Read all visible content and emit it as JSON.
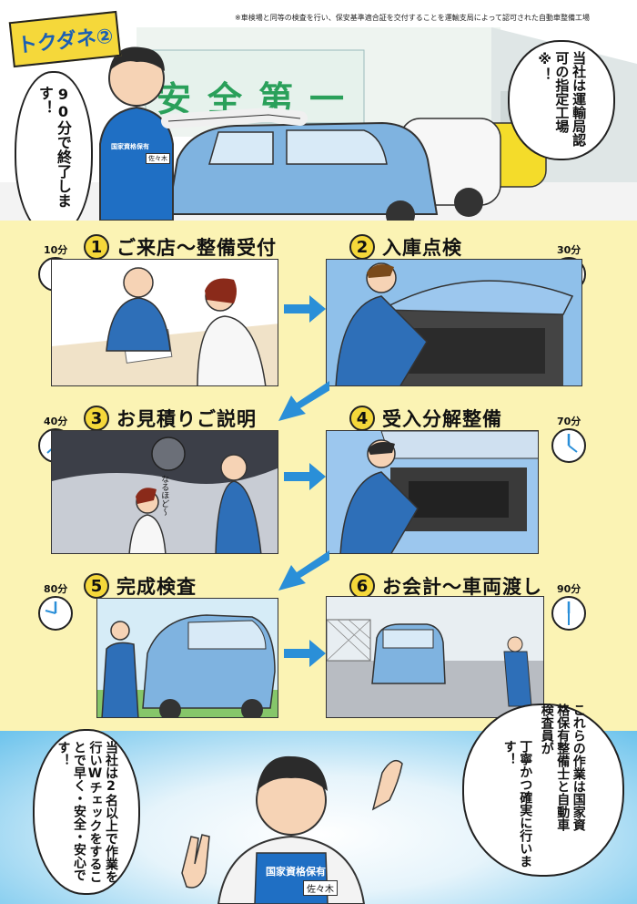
{
  "badge": "トクダネ②",
  "footnote": "※車検場と同等の検査を行い、保安基準適合証を交付することを運輸支局によって認可された自動車整備工場",
  "building_sign": "安全第一",
  "top_bubble_left": "90分で終了します！",
  "top_bubble_right": "当社は運輸局認可の指定工場※！",
  "steps": [
    {
      "num": "1",
      "title": "ご来店～整備受付",
      "time": "10分"
    },
    {
      "num": "2",
      "title": "入庫点検",
      "time": "30分"
    },
    {
      "num": "3",
      "title": "お見積りご説明",
      "time": "40分"
    },
    {
      "num": "4",
      "title": "受入分解整備",
      "time": "70分"
    },
    {
      "num": "5",
      "title": "完成検査",
      "time": "80分"
    },
    {
      "num": "6",
      "title": "お会計～車両渡し",
      "time": "90分"
    }
  ],
  "step3_sfx": "なるほど〜",
  "bottom_bubble_left": "当社は2名以上で作業を行いWチェックをすることで早く・安全・安心です！",
  "bottom_bubble_right_a": "これらの作業は国家資格保有整備士と自動車検査員が",
  "bottom_bubble_right_b": "丁寧かつ確実に行います！",
  "apron_text": "国家資格保有",
  "name_tag": "佐々木",
  "colors": {
    "yellow_band": "#fbf3b4",
    "badge_yellow": "#f5d83a",
    "arrow_blue": "#2a8fd8",
    "car_blue": "#7fb3e0"
  }
}
